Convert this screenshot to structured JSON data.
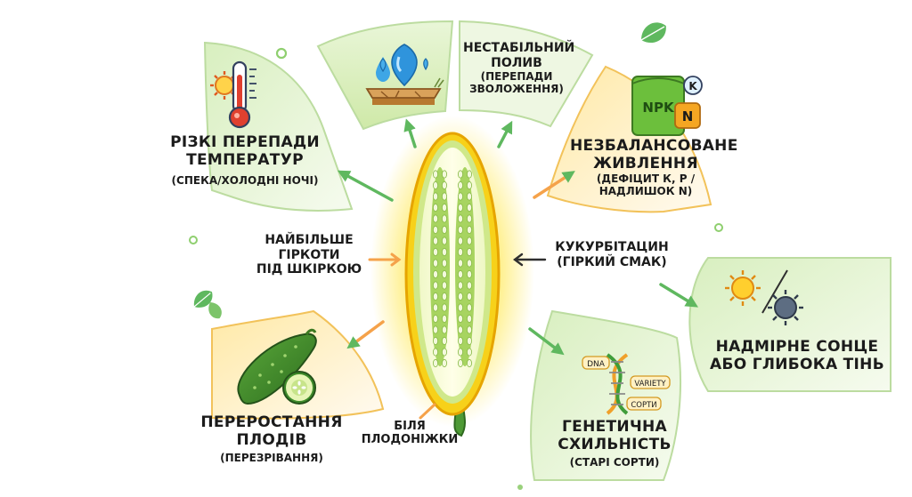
{
  "factors": {
    "temperature": {
      "title_line1": "РІЗКІ ПЕРЕПАДИ",
      "title_line2": "ТЕМПЕРАТУР",
      "subtitle": "(СПЕКА/ХОЛОДНІ НОЧІ)",
      "icon": "thermometer-sun-icon"
    },
    "watering": {
      "title_line1": "НЕСТАБІЛЬНИЙ",
      "title_line2": "ПОЛИВ",
      "subtitle_line1": "(ПЕРЕПАДИ",
      "subtitle_line2": "ЗВОЛОЖЕННЯ)",
      "icon": "water-drops-soil-icon"
    },
    "nutrition": {
      "title_line1": "НЕЗБАЛАНСОВАНЕ",
      "title_line2": "ЖИВЛЕННЯ",
      "subtitle_line1": "(ДЕФІЦИТ К, Р /",
      "subtitle_line2": "НАДЛИШОК N)",
      "icon": "fertilizer-bag-icon",
      "bag_text": "NPK",
      "badge_k": "K",
      "badge_n": "N"
    },
    "sun": {
      "title_line1": "НАДМІРНЕ СОНЦЕ",
      "title_line2": "АБО ГЛИБОКА ТІНЬ",
      "icon": "sun-shade-icon"
    },
    "genetics": {
      "title_line1": "ГЕНЕТИЧНА",
      "title_line2": "СХИЛЬНІСТЬ",
      "subtitle": "(СТАРІ СОРТИ)",
      "icon": "dna-icon",
      "tags": [
        "DNA",
        "VARIETY",
        "СОРТИ"
      ]
    },
    "overripe": {
      "title_line1": "ПЕРЕРОСТАННЯ",
      "title_line2": "ПЛОДІВ",
      "subtitle": "(ПЕРЕЗРІВАННЯ)",
      "icon": "cucumber-icon"
    }
  },
  "cucumber_labels": {
    "skin_line1": "НАЙБІЛЬШЕ",
    "skin_line2": "ГІРКОТИ",
    "skin_line3": "ПІД ШКІРКОЮ",
    "compound_line1": "КУКУРБІТАЦИН",
    "compound_line2": "(ГІРКИЙ СМАК)",
    "stem_line1": "БІЛЯ",
    "stem_line2": "ПЛОДОНІЖКИ"
  },
  "colors": {
    "green_panel": "#e4f3d1",
    "green_stroke": "#bcdca0",
    "yellow_panel": "#fff3c8",
    "yellow_stroke": "#f2c25a",
    "arrow_green": "#5fb85f",
    "arrow_orange": "#f5a24a",
    "cucumber_glow": "#ffe33a"
  }
}
